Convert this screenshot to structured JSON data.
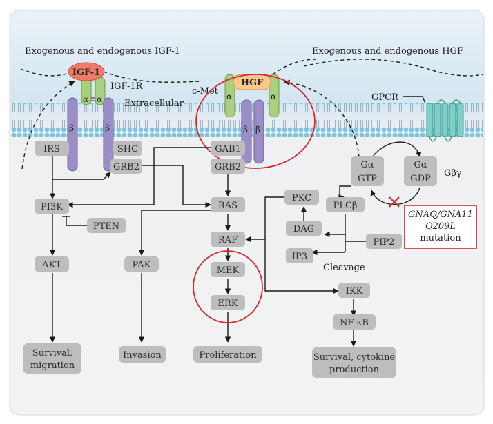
{
  "labels": {
    "igf_source": "Exogenous and endogenous IGF-1",
    "hgf_source": "Exogenous and endogenous HGF",
    "igf1r": "IGF-1R",
    "extracellular": "Extracellular",
    "cmet": "c-Met",
    "gpcr": "GPCR",
    "cleavage": "Cleavage",
    "alpha": "α",
    "beta": "β",
    "gbg": "Gβγ"
  },
  "ligands": {
    "igf1": "IGF-1",
    "hgf": "HGF"
  },
  "nodes": {
    "irs": "IRS",
    "shc": "SHC",
    "grb2_left": "GRB2",
    "gab1": "GAB1",
    "grb2_mid": "GRB2",
    "ga_gtp_1": "Gα",
    "ga_gtp_2": "GTP",
    "ga_gdp_1": "Gα",
    "ga_gdp_2": "GDP",
    "pi3k": "PI3K",
    "pten": "PTEN",
    "ras": "RAS",
    "pkc": "PKC",
    "plcb": "PLCβ",
    "dag": "DAG",
    "pip2": "PIP2",
    "raf": "RAF",
    "ip3": "IP3",
    "akt": "AKT",
    "pak": "PAK",
    "mek": "MEK",
    "erk": "ERK",
    "ikk": "IKK",
    "nfkb": "NF-κB",
    "survival_migration_1": "Survival,",
    "survival_migration_2": "migration",
    "invasion": "Invasion",
    "proliferation": "Proliferation",
    "survival_cytokine_1": "Survival, cytokine",
    "survival_cytokine_2": "production"
  },
  "mutation": {
    "line1": "GNAQ/GNA11",
    "line2": "Q209L",
    "line3": "mutation"
  },
  "colors": {
    "node_fill": "#bdbdbd",
    "igf1_fill": "#f07b6b",
    "hgf_fill": "#f8c98a",
    "alpha_fill": "#a8d07e",
    "beta_fill": "#9b8ec6",
    "gpcr_fill": "#7fcfc9",
    "membrane_head": "#7ec3e0",
    "highlight": "#d8262c"
  }
}
